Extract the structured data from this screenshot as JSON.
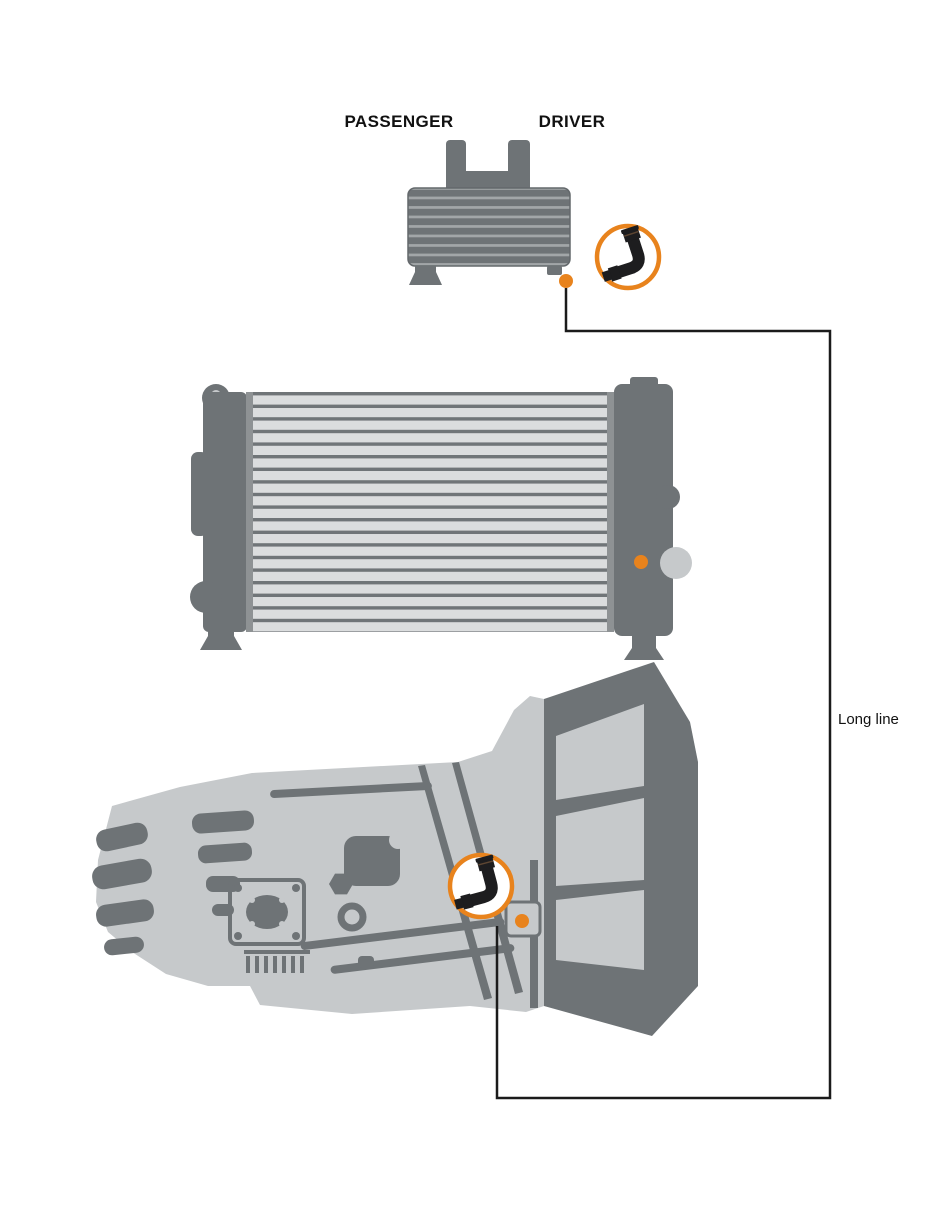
{
  "labels": {
    "passenger": "PASSENGER",
    "driver": "DRIVER",
    "long_line": "Long line"
  },
  "colors": {
    "accent_orange": "#E8831D",
    "dark_gray": "#6E7376",
    "light_gray": "#C6C9CB",
    "core_gray": "#DBDDDE",
    "line_black": "#1B1B1B",
    "background": "#FFFFFF"
  },
  "icons": {
    "cooler_fitting": "90-degree-hose-fitting-icon",
    "transmission_fitting": "90-degree-hose-fitting-icon",
    "cooler_port": "orange-port-dot",
    "radiator_port": "orange-port-dot",
    "transmission_port": "orange-port-dot"
  }
}
